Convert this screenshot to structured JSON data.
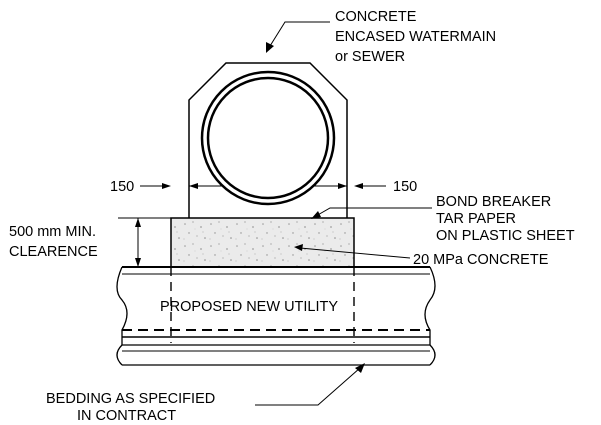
{
  "labels": {
    "encasement": [
      "CONCRETE",
      "ENCASED WATERMAIN",
      "or SEWER"
    ],
    "offset_left": "150",
    "offset_right": "150",
    "bond_breaker": [
      "BOND BREAKER",
      "TAR PAPER",
      "ON PLASTIC SHEET"
    ],
    "clearance": [
      "500 mm MIN.",
      "CLEARENCE"
    ],
    "concrete": "20 MPa CONCRETE",
    "utility": "PROPOSED NEW UTILITY",
    "bedding": [
      "BEDDING AS SPECIFIED",
      "IN CONTRACT"
    ]
  }
}
